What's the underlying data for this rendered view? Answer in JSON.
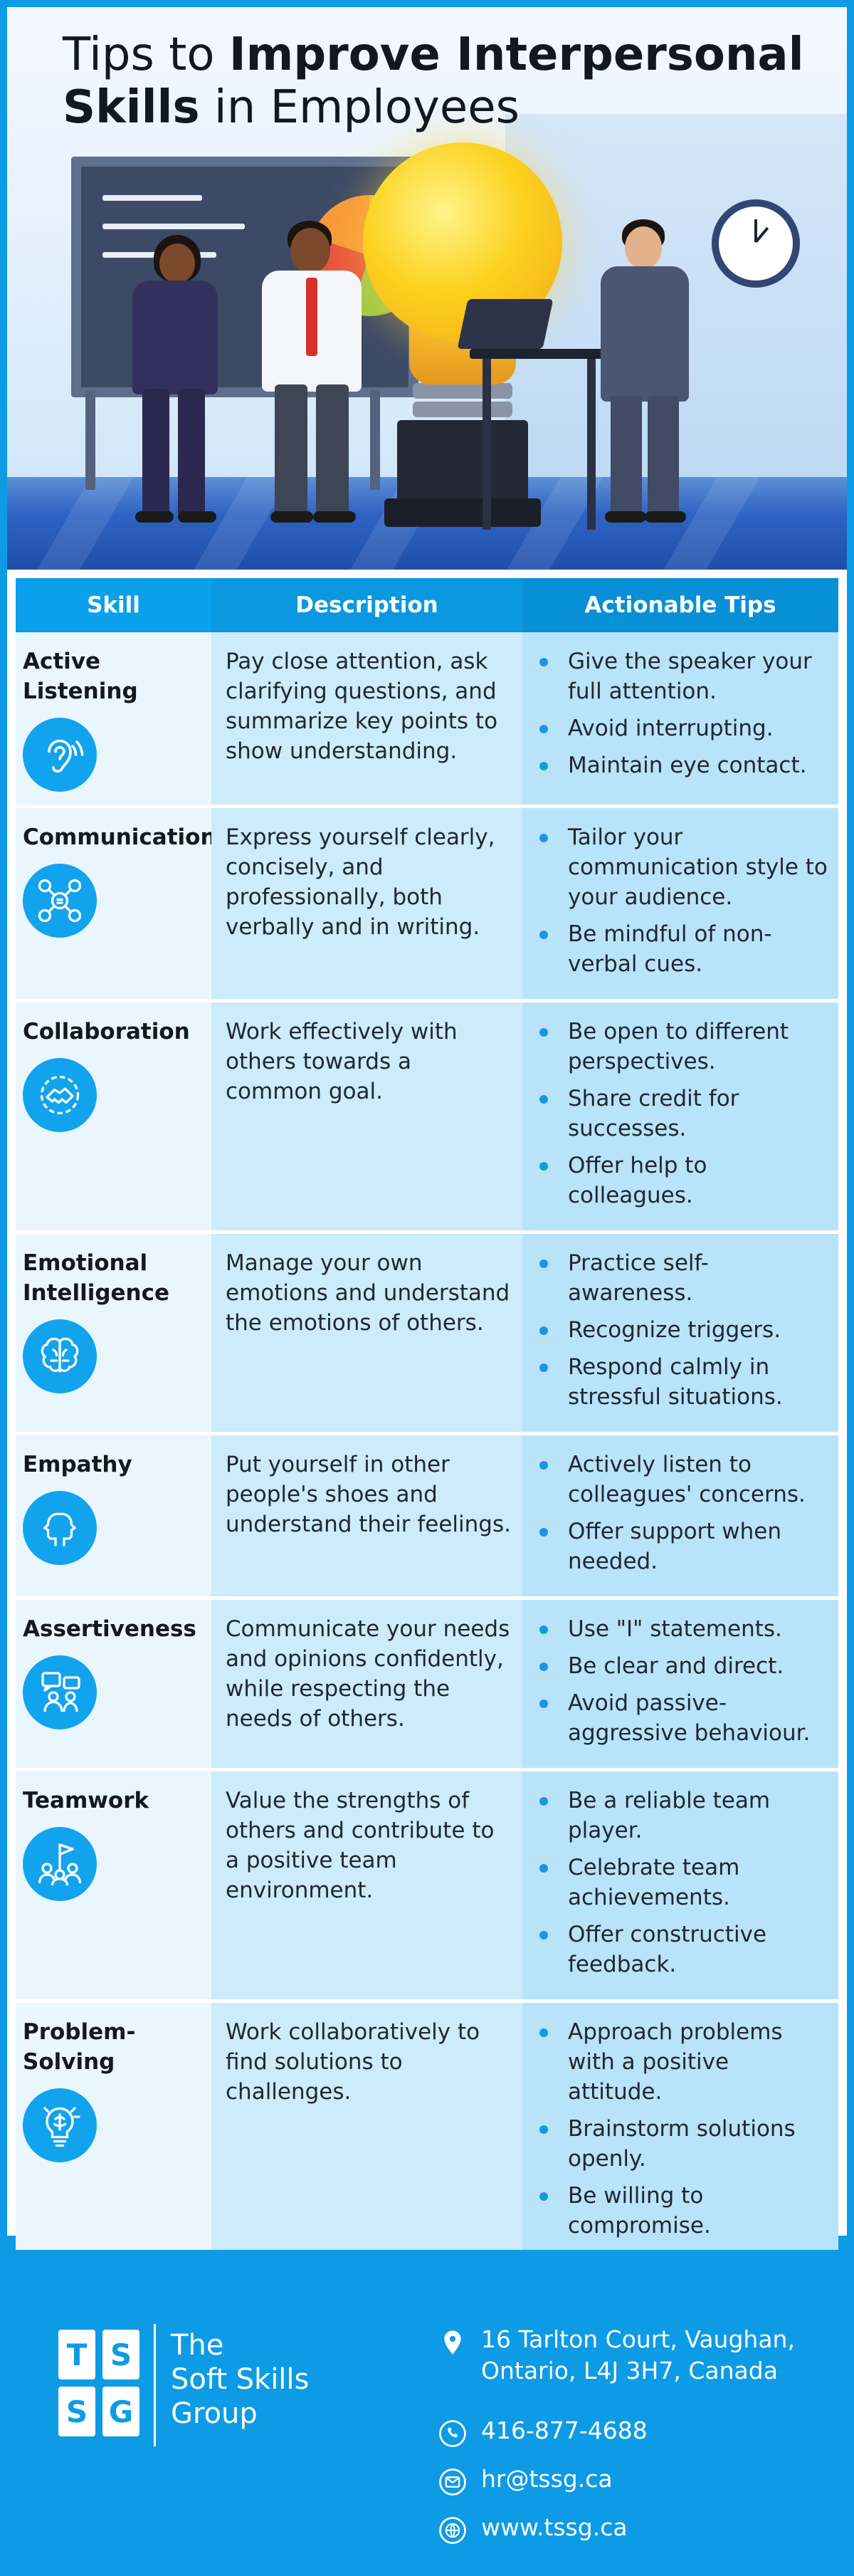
{
  "hero": {
    "title_line1_light": "Tips to ",
    "title_line1_bold": "Improve Interpersonal",
    "title_line2_bold": "Skills",
    "title_line2_light": " in Employees"
  },
  "table": {
    "headers": [
      "Skill",
      "Description",
      "Actionable Tips"
    ],
    "rows": [
      {
        "skill": "Active Listening",
        "icon": "listening-ear-icon",
        "description": "Pay close attention, ask clarifying questions, and summarize key points to show understanding.",
        "tips": [
          "Give the speaker your full attention.",
          "Avoid interrupting.",
          "Maintain eye contact."
        ]
      },
      {
        "skill": "Communication",
        "icon": "communication-network-icon",
        "description": "Express yourself clearly, concisely, and professionally, both verbally and in writing.",
        "tips": [
          "Tailor your communication style to your audience.",
          "Be mindful of non-verbal cues."
        ]
      },
      {
        "skill": "Collaboration",
        "icon": "handshake-gear-icon",
        "description": "Work effectively with others towards a common goal.",
        "tips": [
          "Be open to different perspectives.",
          "Share credit for successes.",
          "Offer help to colleagues."
        ]
      },
      {
        "skill": "Emotional Intelligence",
        "icon": "brain-icon",
        "description": "Manage your own emotions and understand the emotions of others.",
        "tips": [
          "Practice self-awareness.",
          "Recognize triggers.",
          "Respond calmly in stressful situations."
        ]
      },
      {
        "skill": "Empathy",
        "icon": "two-heads-icon",
        "description": "Put yourself in other people's shoes and understand their feelings.",
        "tips": [
          "Actively listen to colleagues' concerns.",
          "Offer support when needed."
        ]
      },
      {
        "skill": "Assertiveness",
        "icon": "speaking-person-icon",
        "description": "Communicate your needs and opinions confidently, while respecting the needs of others.",
        "tips": [
          "Use \"I\" statements.",
          "Be clear and direct.",
          "Avoid passive-aggressive behaviour."
        ]
      },
      {
        "skill": "Teamwork",
        "icon": "team-flag-icon",
        "description": "Value the strengths of others and contribute to a positive team environment.",
        "tips": [
          "Be a reliable team player.",
          "Celebrate team achievements.",
          "Offer constructive feedback."
        ]
      },
      {
        "skill": "Problem-Solving",
        "icon": "lightbulb-brain-icon",
        "description": "Work collaboratively to find solutions to challenges.",
        "tips": [
          "Approach problems with a positive attitude.",
          "Brainstorm solutions openly.",
          "Be willing to compromise."
        ]
      }
    ]
  },
  "footer": {
    "logo_letters": [
      "T",
      "S",
      "S",
      "G"
    ],
    "logo_line1": "The",
    "logo_line2": "Soft Skills",
    "logo_line3": "Group",
    "address_line1": "16 Tarlton Court, Vaughan,",
    "address_line2": "Ontario, L4J 3H7, Canada",
    "phone": "416-877-4688",
    "email": "hr@tssg.ca",
    "website": "www.tssg.ca"
  },
  "colors": {
    "brand_blue": "#0d9be6",
    "header_blue": "#0aa0ec",
    "row_light": "#e9f6fd",
    "row_mid": "#cdebfa",
    "row_tips": "#b9e3f8"
  }
}
